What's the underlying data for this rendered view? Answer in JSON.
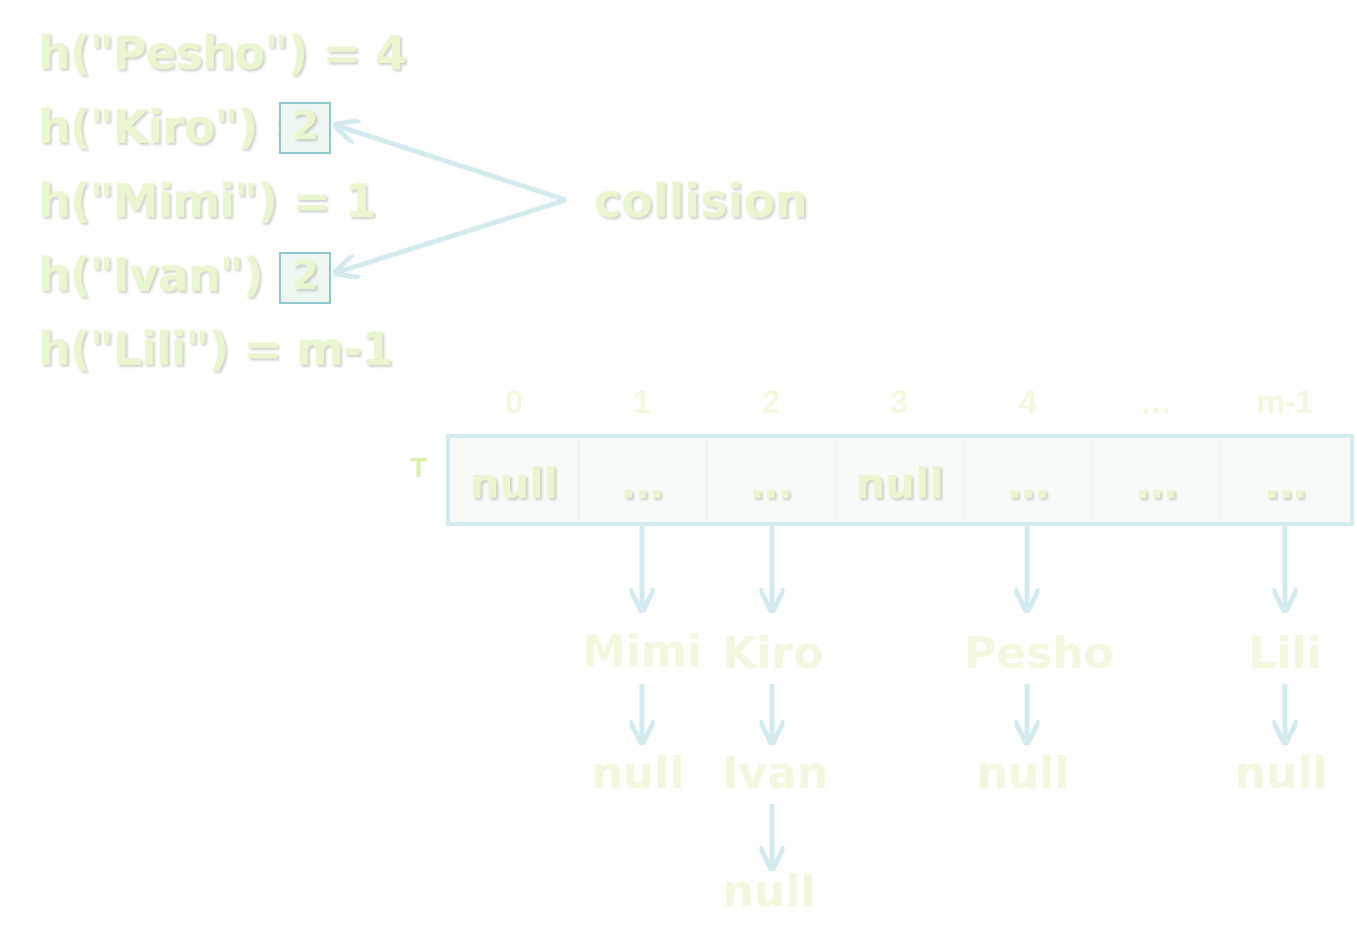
{
  "hash_lines": [
    {
      "prefix": "h(\"Pesho\") = ",
      "value": "4"
    },
    {
      "prefix": "h(\"Kiro\") = ",
      "value": "2"
    },
    {
      "prefix": "h(\"Mimi\") = ",
      "value": "1"
    },
    {
      "prefix": "h(\"Ivan\") = ",
      "value": "2"
    },
    {
      "prefix": "h(\"Lili\") = ",
      "value": "m-1"
    }
  ],
  "collision_label": "collision",
  "table_label": "T",
  "indices": [
    "0",
    "1",
    "2",
    "3",
    "4",
    "…",
    "m-1"
  ],
  "cells": [
    "null",
    "…",
    "…",
    "null",
    "…",
    "…",
    "…"
  ],
  "chains": {
    "col1": [
      "Mimi",
      "null"
    ],
    "col2": [
      "Kiro",
      "Ivan",
      "null"
    ],
    "col4": [
      "Pesho",
      "null"
    ],
    "col6": [
      "Lili",
      "null"
    ]
  },
  "colors": {
    "text": "#eaf6cf",
    "arrow": "#d3ebee",
    "box_border": "#8fc7cf"
  }
}
